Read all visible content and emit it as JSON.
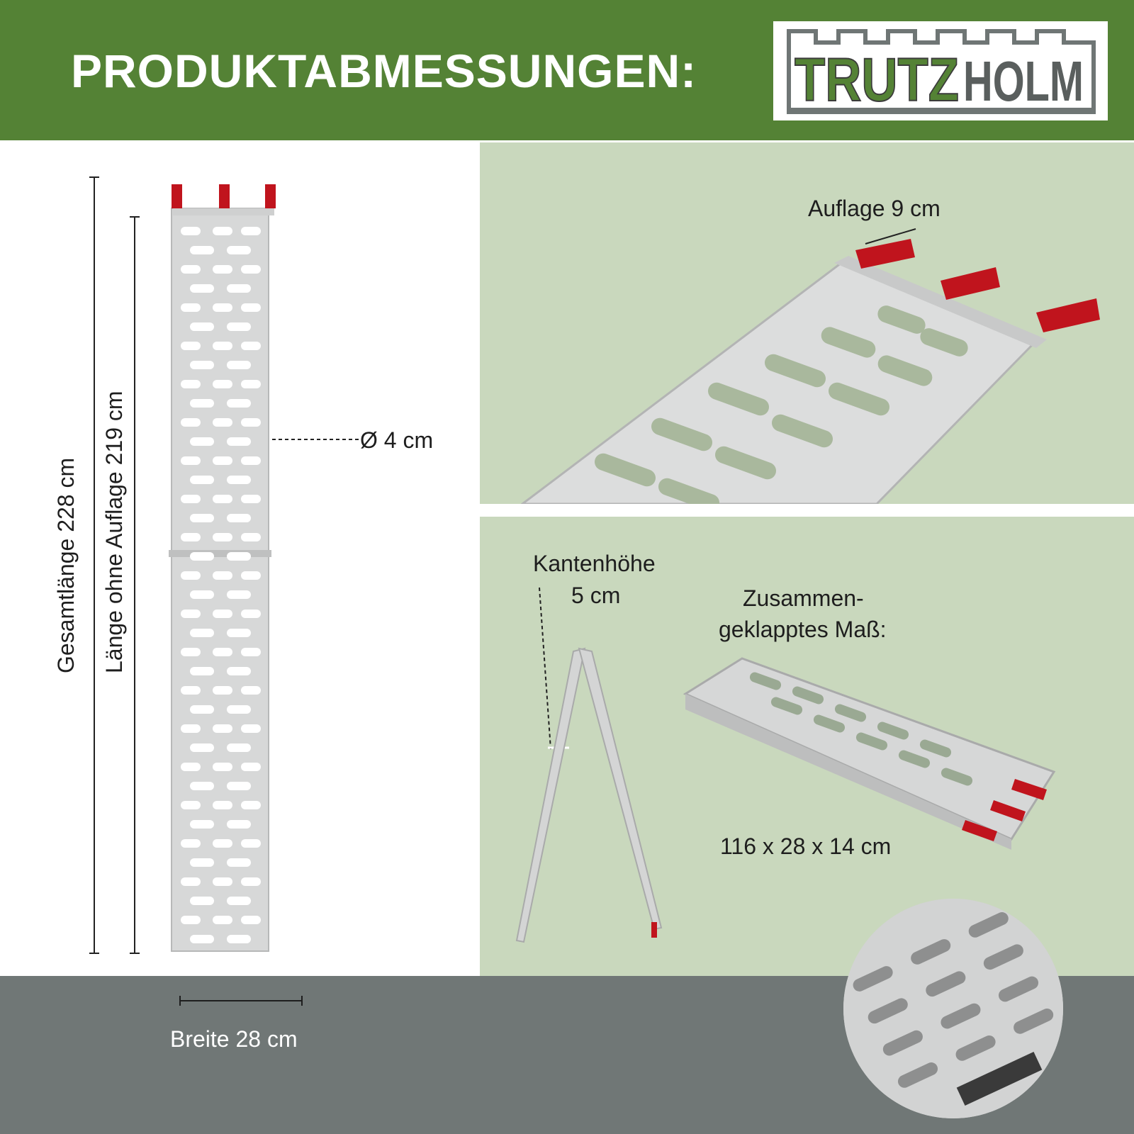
{
  "header": {
    "title": "PRODUKTABMESSUNGEN:",
    "logo": {
      "part1": "TRUTZ",
      "part2": "HOLM"
    }
  },
  "dimensions": {
    "total_length": "Gesamtlänge 228 cm",
    "length_without_support": "Länge ohne Auflage 219 cm",
    "diameter": "Ø 4 cm",
    "width": "Breite 28 cm",
    "support": "Auflage 9  cm",
    "edge_height_line1": "Kantenhöhe",
    "edge_height_line2": "5 cm",
    "folded_line1": "Zusammen-",
    "folded_line2": "geklapptes Maß:",
    "folded_size": "116 x 28 x 14 cm"
  },
  "colors": {
    "header_green": "#548235",
    "panel_green": "#c9d8bd",
    "footer_gray": "#707776",
    "logo_green": "#548235",
    "logo_gray": "#6f7675",
    "ramp_red": "#c0141d",
    "aluminium": "#d9d9d9"
  },
  "icons": [
    "ramp-image",
    "ramp-closeup-image",
    "ramp-side-image",
    "ramp-folded-image",
    "ramp-detail-image"
  ]
}
